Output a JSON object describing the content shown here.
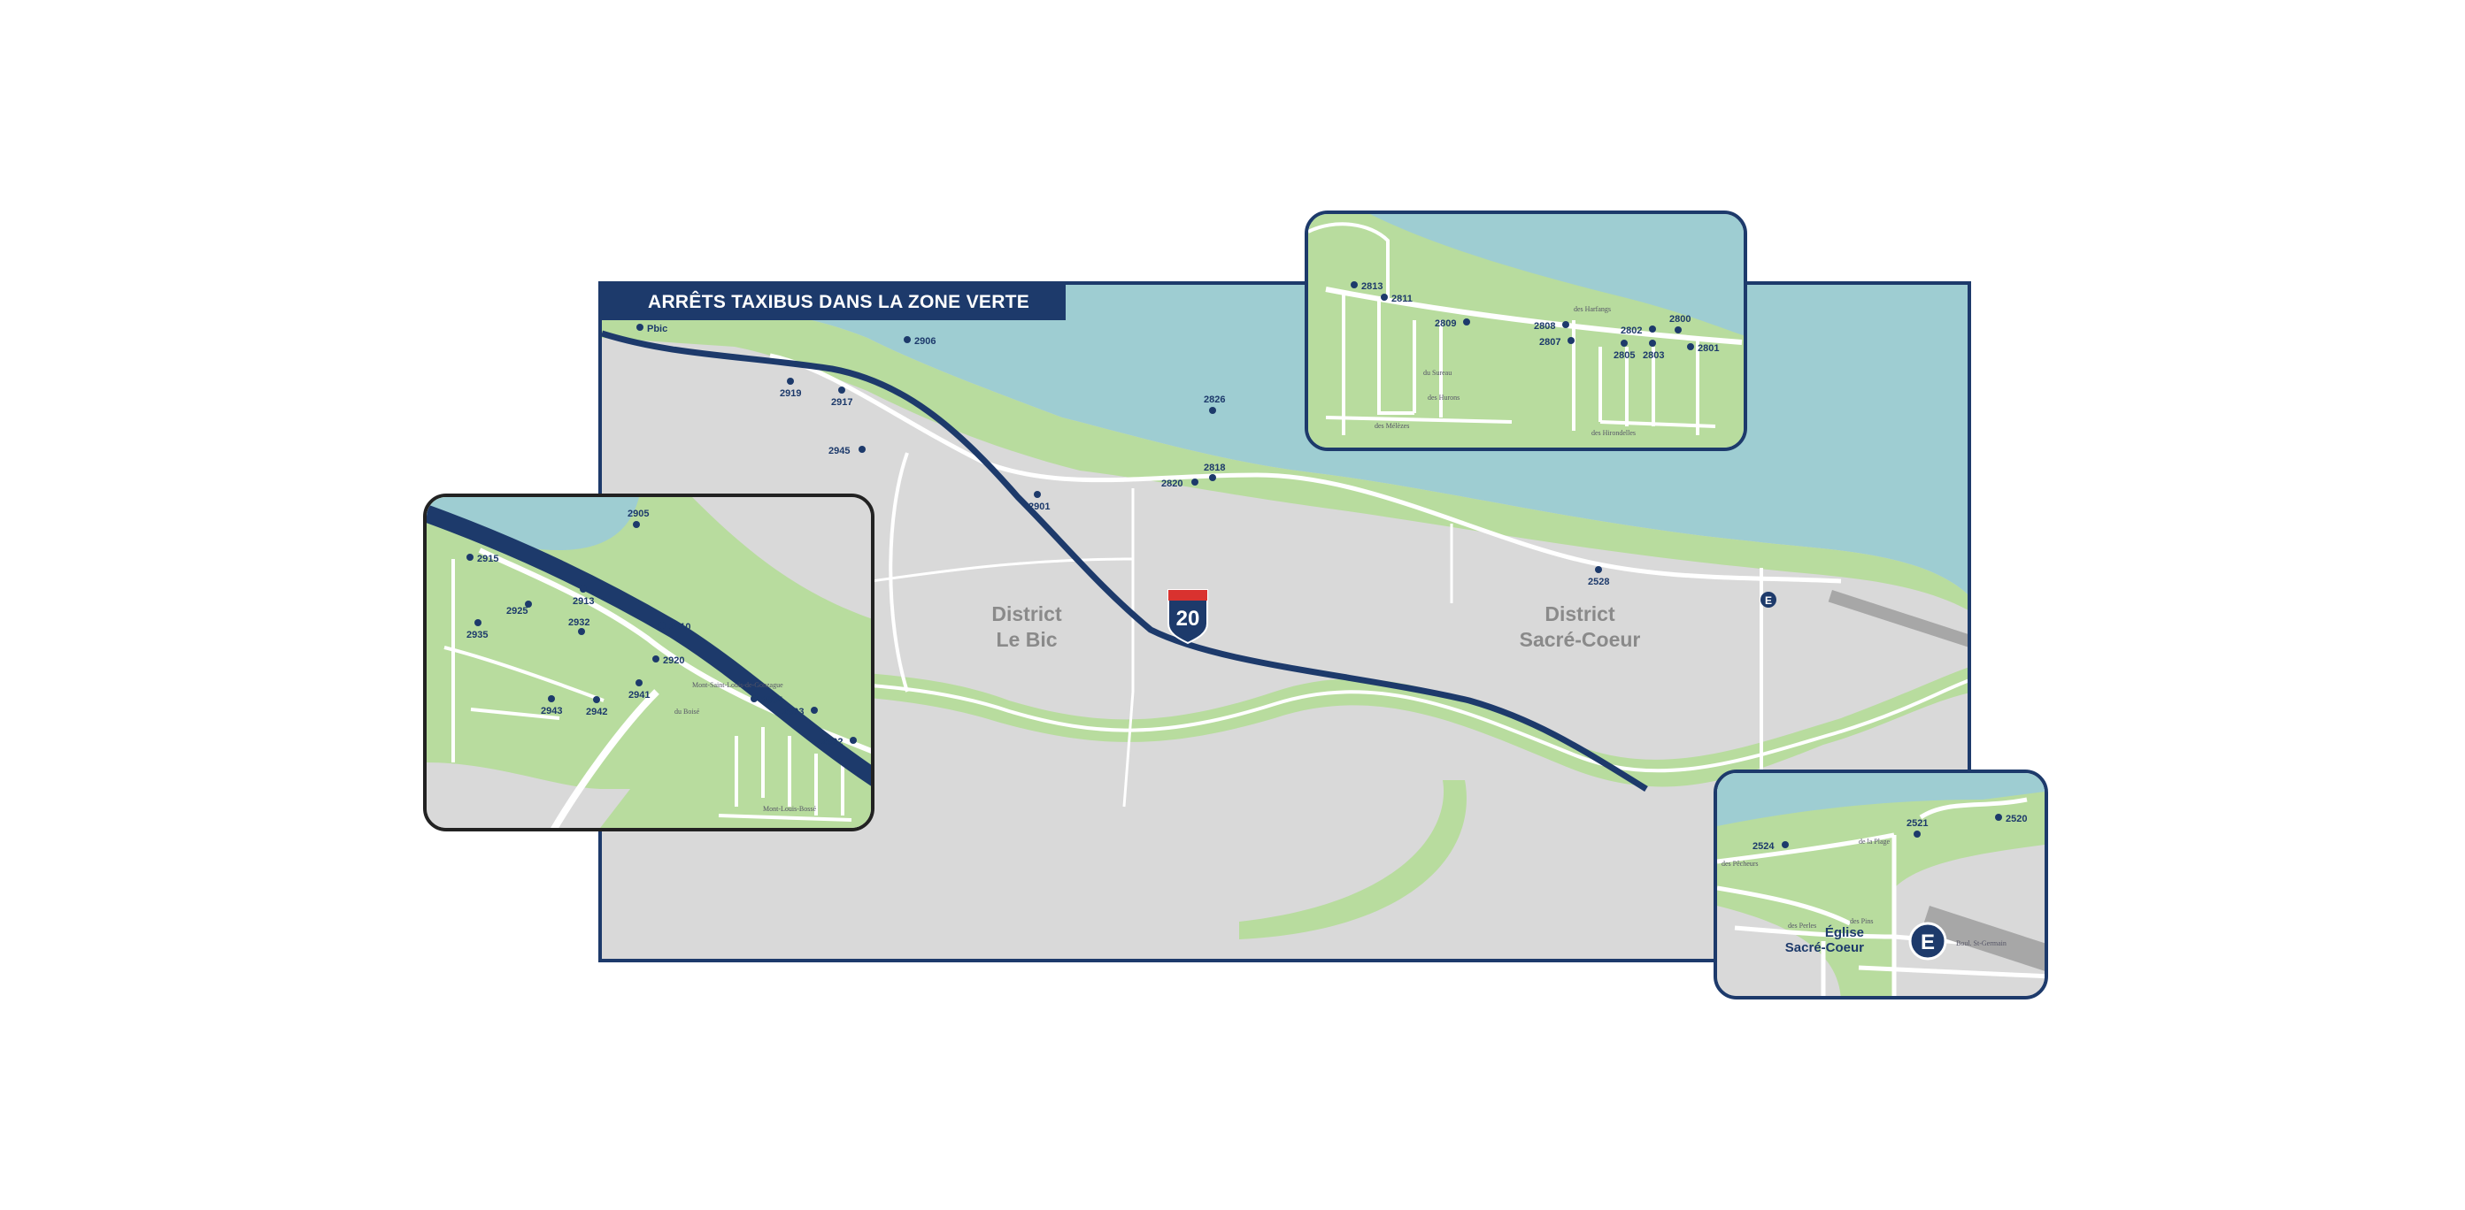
{
  "map": {
    "title": "ARRÊTS TAXIBUS DANS LA ZONE VERTE",
    "highway_number": "20",
    "districts": [
      {
        "line1": "District",
        "line2": "Le Bic"
      },
      {
        "line1": "District",
        "line2": "Sacré-Coeur"
      }
    ],
    "stops_main": [
      "Pbic",
      "2906",
      "2919",
      "2917",
      "2945",
      "2901",
      "2826",
      "2818",
      "2820",
      "2528"
    ],
    "stop_e_symbol": "E"
  },
  "inset_north": {
    "stops": [
      "2813",
      "2811",
      "2809",
      "2808",
      "2807",
      "2802",
      "2800",
      "2805",
      "2803",
      "2801"
    ],
    "streets": [
      "du Sureau",
      "des Mélèzes",
      "des Hurons",
      "des Harfangs",
      "des Hirondelles"
    ]
  },
  "inset_west": {
    "stops": [
      "2905",
      "2915",
      "2913",
      "2925",
      "2935",
      "2932",
      "2910",
      "2920",
      "2941",
      "2943",
      "2942",
      "2904",
      "2903",
      "2902"
    ],
    "streets": [
      "Mont-Saint-Louis-de-Gonzague",
      "Mont-Louis-Bossé",
      "du Boisé"
    ]
  },
  "inset_east": {
    "stops": [
      "2524",
      "2521",
      "2520"
    ],
    "landmark_line1": "Église",
    "landmark_line2": "Sacré-Coeur",
    "stop_symbol": "E",
    "streets": [
      "de la Plage",
      "des Pêcheurs",
      "Boul. St-Germain",
      "des Pins",
      "des Perles"
    ]
  },
  "colors": {
    "water": "#9ecdd2",
    "land_green": "#b8dc9e",
    "land_grey": "#d9d9d9",
    "highway": "#1d3a6b",
    "stop_dot": "#1d3a6b"
  }
}
